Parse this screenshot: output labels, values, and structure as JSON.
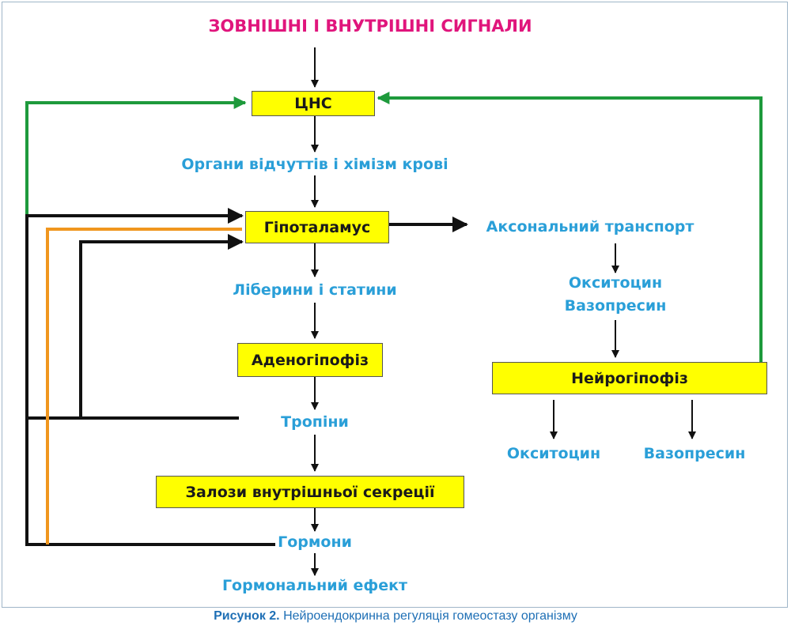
{
  "title": "ЗОВНІШНІ І ВНУТРІШНІ СИГНАЛИ",
  "nodes": {
    "cns": "ЦНС",
    "hypothalamus": "Гіпоталамус",
    "adenohypophysis": "Аденогіпофіз",
    "glands": "Залози внутрішньої секреції",
    "neurohypophysis": "Нейрогіпофіз"
  },
  "labels": {
    "senses": "Органи відчуттів і хімізм крові",
    "liberins": "Ліберини і статини",
    "tropins": "Тропіни",
    "hormones": "Гормони",
    "effect": "Гормональний ефект",
    "axonal": "Аксональний транспорт",
    "oxytocin_upper": "Окситоцин",
    "vasopressin_upper": "Вазопресин",
    "oxytocin_lower": "Окситоцин",
    "vasopressin_lower": "Вазопресин"
  },
  "caption": {
    "prefix": "Рисунок 2.",
    "text": " Нейроендокринна регуляція гомеостазу організму"
  },
  "colors": {
    "title": "#e0157c",
    "label": "#2a9fd8",
    "box_fill": "#ffff00",
    "green_feedback": "#1e9a3c",
    "orange_feedback": "#f0961e",
    "black_feedback": "#111111",
    "caption": "#1e6fb5"
  }
}
